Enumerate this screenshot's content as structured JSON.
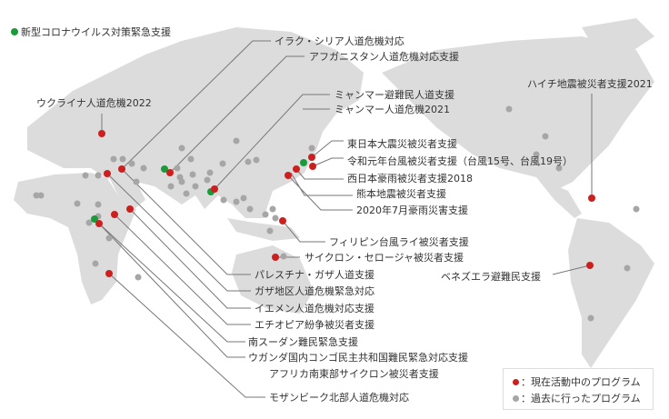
{
  "colors": {
    "active": "#cc1f1f",
    "past": "#a6a6a6",
    "covid": "#1a9a3a",
    "land": "#dcdcdc",
    "line": "#777777"
  },
  "covid_legend": "新型コロナウイルス対策緊急支援",
  "programs": {
    "ukraine": "ウクライナ人道危機2022",
    "iraq_syria": "イラク・シリア人道危機対応",
    "afghanistan": "アフガニスタン人道危機対応支援",
    "myanmar_refugee": "ミャンマー避難民人道支援",
    "myanmar_2021": "ミャンマー人道危機2021",
    "east_japan": "東日本大震災被災者支援",
    "reiwa_typhoon": "令和元年台風被災者支援（台風15号、台風19号）",
    "west_japan": "西日本豪雨被災者支援2018",
    "kumamoto": "熊本地震被災者支援",
    "rain_2020": "2020年7月豪雨災害支援",
    "philippines": "フィリピン台風ライ被災者支援",
    "seroja": "サイクロン・セロージャ被災者支援",
    "palestine": "パレスチナ・ガザ人道支援",
    "gaza": "ガザ地区人道危機緊急対応",
    "yemen": "イエメン人道危機対応支援",
    "ethiopia": "エチオピア紛争被災者支援",
    "south_sudan": "南スーダン難民緊急支援",
    "uganda": "ウガンダ国内コンゴ民主共和国難民緊急対応支援",
    "africa_se": "アフリカ南東部サイクロン被災者支援",
    "mozambique": "モザンビーク北部人道危機対応",
    "haiti": "ハイチ地震被災者支援2021",
    "venezuela": "ベネズエラ避難民支援"
  },
  "legend": {
    "active": "：現在活動中のプログラム",
    "past": "：過去に行ったプログラム"
  }
}
